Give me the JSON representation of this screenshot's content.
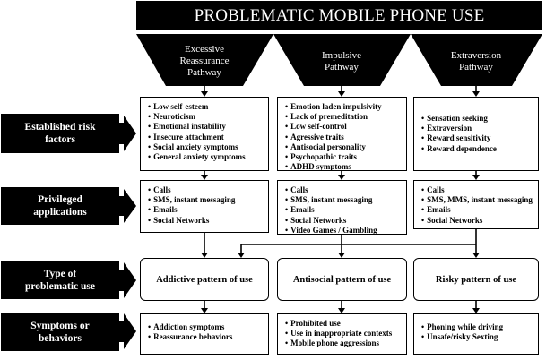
{
  "title": "PROBLEMATIC MOBILE PHONE USE",
  "pathways": [
    {
      "line1": "Excessive",
      "line2": "Reassurance",
      "line3": "Pathway"
    },
    {
      "line1": "Impulsive",
      "line2": "Pathway",
      "line3": ""
    },
    {
      "line1": "Extraversion",
      "line2": "Pathway",
      "line3": ""
    }
  ],
  "row_labels": {
    "risk": {
      "line1": "Established risk",
      "line2": "factors"
    },
    "apps": {
      "line1": "Privileged",
      "line2": "applications"
    },
    "type": {
      "line1": "Type of",
      "line2": "problematic use"
    },
    "symptoms": {
      "line1": "Symptoms or",
      "line2": "behaviors"
    }
  },
  "risk_factors": {
    "col1": [
      "Low self-esteem",
      "Neuroticism",
      "Emotional instability",
      "Insecure attachment",
      "Social anxiety symptoms",
      "General anxiety symptoms"
    ],
    "col2": [
      "Emotion laden impulsivity",
      "Lack of premeditation",
      "Low self-control",
      "Agressive traits",
      "Antisocial personality",
      "Psychopathic traits",
      "ADHD symptoms"
    ],
    "col3": [
      "Sensation seeking",
      "Extraversion",
      "Reward sensitivity",
      "Reward dependence"
    ]
  },
  "applications": {
    "col1": [
      "Calls",
      "SMS, instant messaging",
      "Emails",
      "Social Networks"
    ],
    "col2": [
      "Calls",
      "SMS, instant messaging",
      "Emails",
      "Social Networks",
      "Video Games / Gambling"
    ],
    "col3": [
      "Calls",
      "SMS, MMS, instant messaging",
      "Emails",
      "Social Networks"
    ]
  },
  "use_types": {
    "col1": "Addictive pattern of use",
    "col2": "Antisocial pattern of use",
    "col3": "Risky pattern of use"
  },
  "symptoms": {
    "col1": [
      "Addiction symptoms",
      "Reassurance behaviors"
    ],
    "col2": [
      "Prohibited use",
      "Use in inappropriate contexts",
      "Mobile phone aggressions"
    ],
    "col3": [
      "Phoning while driving",
      "Unsafe/risky Sexting"
    ]
  }
}
